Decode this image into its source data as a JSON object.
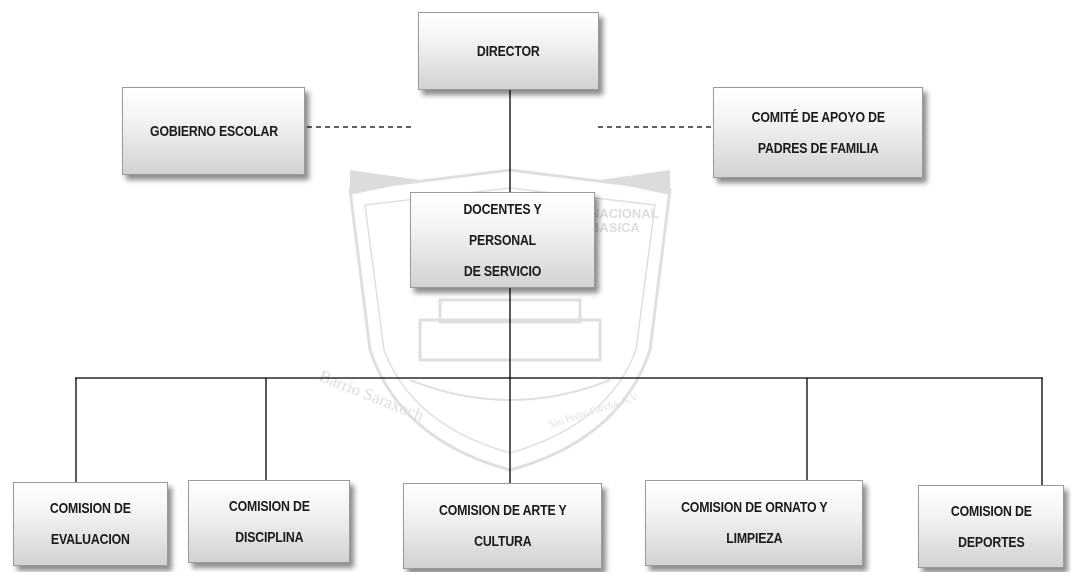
{
  "nodes": {
    "director": "DIRECTOR",
    "gobierno_escolar": "GOBIERNO ESCOLAR",
    "comite_apoyo": "COMITÉ DE APOYO DE\nPADRES DE FAMILIA",
    "docentes": "DOCENTES Y PERSONAL\nDE SERVICIO",
    "comision_evaluacion": "COMISION DE\nEVALUACION",
    "comision_disciplina": "COMISION DE\nDISCIPLINA",
    "comision_arte": "COMISION DE ARTE Y\nCULTURA",
    "comision_ornato": "COMISION DE ORNATO Y\nLIMPIEZA",
    "comision_deportes": "COMISION DE\nDEPORTES"
  },
  "watermark": {
    "text_top": "NACIONAL",
    "text_top2": "BASICA",
    "text_left": "Barrio Saraxoch",
    "text_right": "San Pedro Carchá, A.V."
  },
  "colors": {
    "line": "#000000",
    "box_top": "#ffffff",
    "box_bottom": "#d2d2d2",
    "watermark": "#8a8a8a"
  }
}
